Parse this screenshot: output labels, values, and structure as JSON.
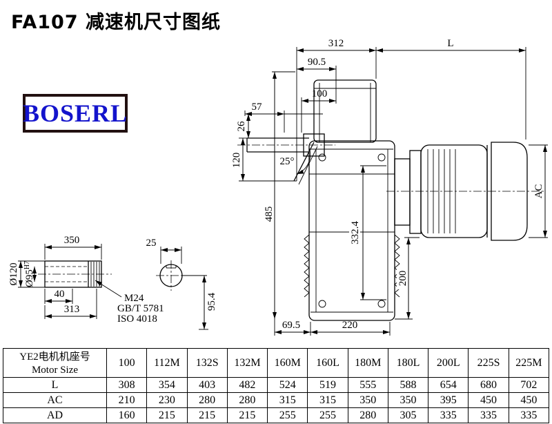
{
  "page": {
    "title": "FA107 减速机尺寸图纸",
    "brand": "BOSERL"
  },
  "main_view": {
    "dim_312": "312",
    "dim_L": "L",
    "dim_90_5": "90.5",
    "dim_100": "100",
    "dim_57": "57",
    "dim_26": "26",
    "dim_120": "120",
    "angle_25": "25°",
    "dim_485": "485",
    "dim_332_4": "332.4",
    "dim_AC": "AC",
    "dim_200": "200",
    "dim_69_5": "69.5",
    "dim_220": "220"
  },
  "shaft_view": {
    "dim_350": "350",
    "dim_25": "25",
    "dia_120": "Ø120",
    "dia_95": "Ø95",
    "dia_95_tol": "H7",
    "dim_40": "40",
    "dim_313": "313",
    "thread_spec": "M24",
    "standard_gb": "GB/T 5781",
    "standard_iso": "ISO 4018",
    "dim_95_4": "95.4"
  },
  "table": {
    "header_cn": "YE2电机机座号",
    "header_en": "Motor Size",
    "columns": [
      "100",
      "112M",
      "132S",
      "132M",
      "160M",
      "160L",
      "180M",
      "180L",
      "200L",
      "225S",
      "225M"
    ],
    "rows": [
      {
        "label": "L",
        "values": [
          "308",
          "354",
          "403",
          "482",
          "524",
          "519",
          "555",
          "588",
          "654",
          "680",
          "702"
        ]
      },
      {
        "label": "AC",
        "values": [
          "210",
          "230",
          "280",
          "280",
          "315",
          "315",
          "350",
          "350",
          "395",
          "450",
          "450"
        ]
      },
      {
        "label": "AD",
        "values": [
          "160",
          "215",
          "215",
          "215",
          "255",
          "255",
          "280",
          "305",
          "335",
          "335",
          "335"
        ]
      }
    ]
  }
}
